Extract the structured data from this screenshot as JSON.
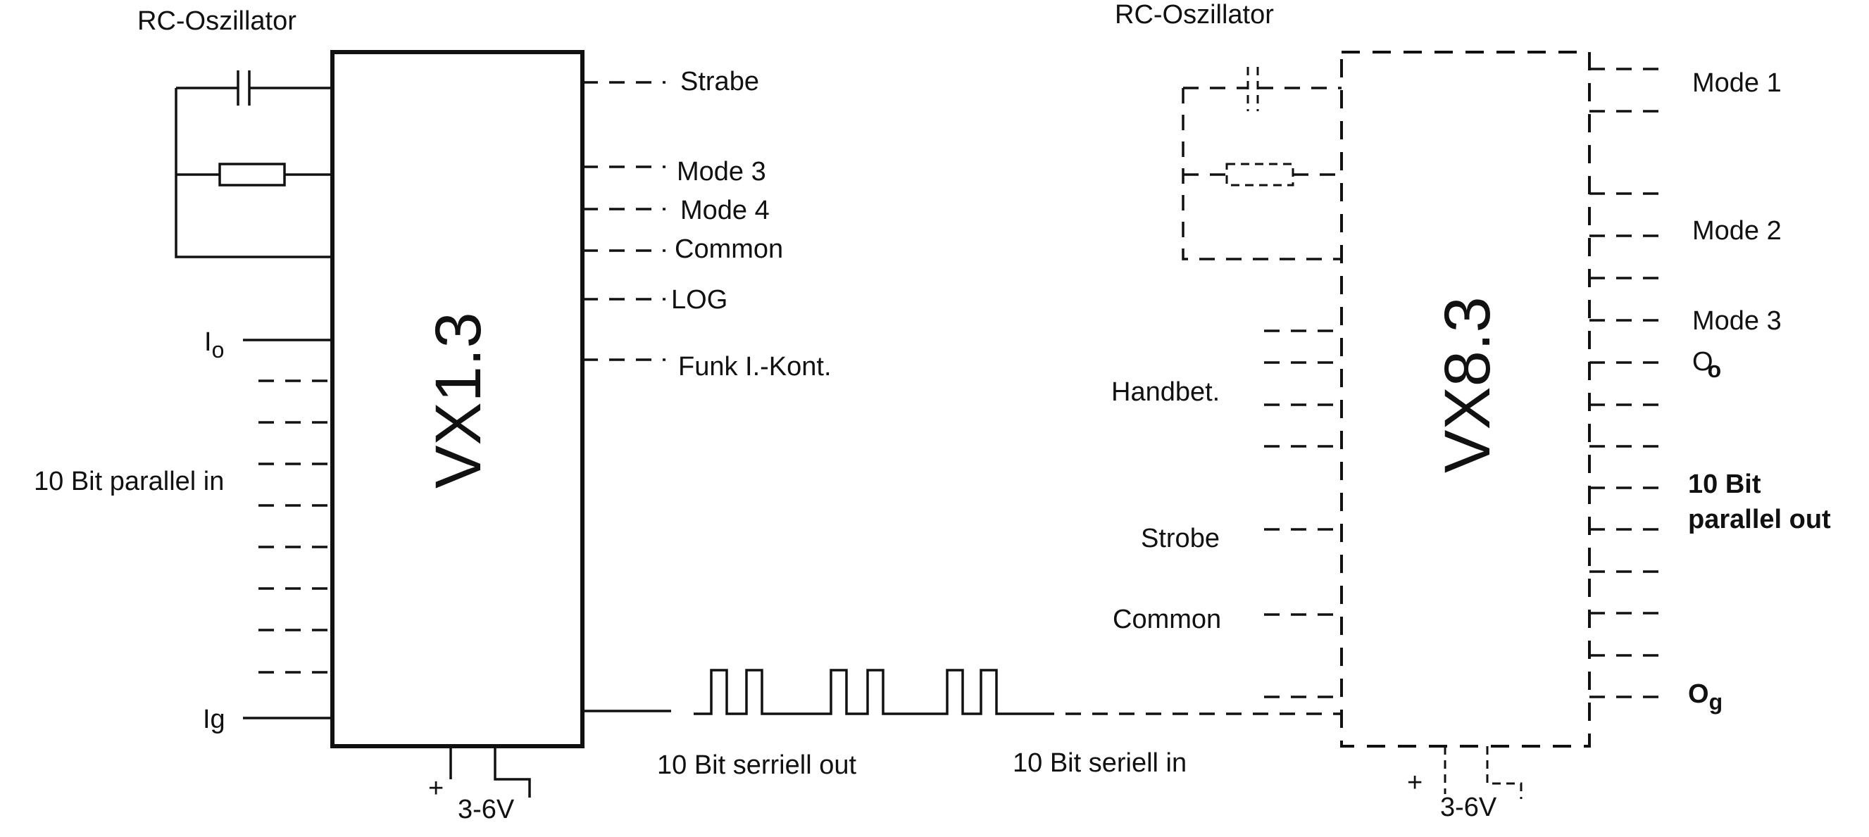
{
  "vx13": {
    "chip_label": "VX1.3",
    "osc_label": "RC-Oszillator",
    "input_label": "10 Bit parallel in",
    "pin_io": "I",
    "pin_io_sub": "o",
    "pin_ig": "Ig",
    "outputs": [
      "Strabe",
      "Mode 3",
      "Mode 4",
      "Common",
      "LOG",
      "Funk I.-Kont."
    ],
    "supply_plus": "+",
    "supply_label": "3-6V"
  },
  "link": {
    "serial_out_label": "10 Bit serriell out",
    "serial_in_label": "10 Bit seriell in"
  },
  "vx83": {
    "chip_label": "VX8.3",
    "osc_label": "RC-Oszillator",
    "handbet_label": "Handbet.",
    "strobe_label": "Strobe",
    "common_label": "Common",
    "mode1": "Mode 1",
    "mode2": "Mode 2",
    "mode3": "Mode 3",
    "pin_o0": "O",
    "pin_o0_sub": "o",
    "output_label_line1": "10 Bit",
    "output_label_line2": "parallel out",
    "pin_og": "O",
    "pin_og_sub": "g",
    "supply_plus": "+",
    "supply_label": "3-6V"
  }
}
